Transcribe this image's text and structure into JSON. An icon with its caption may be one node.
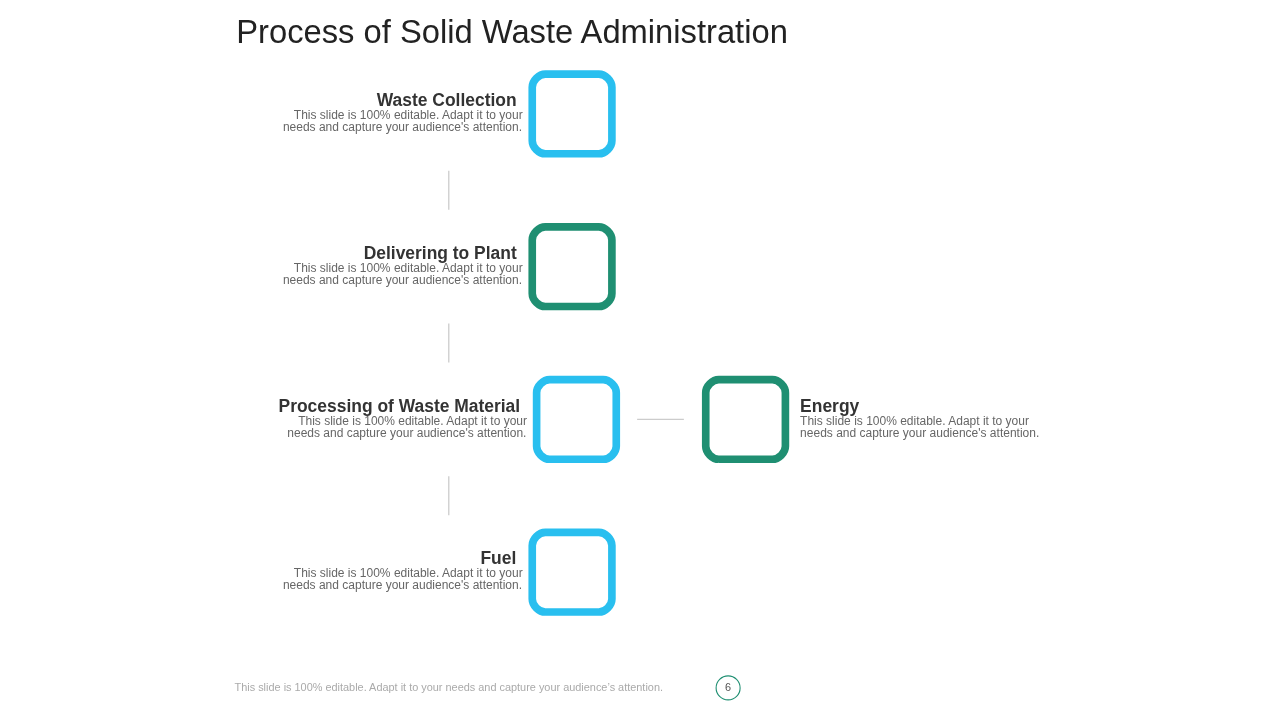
{
  "diagram": {
    "title": "Process of Solid Waste Administration",
    "nodes": [
      {
        "text": [
          "Waste Collection",
          "This slide is 100% editable. Adapt it to your needs and capture your audience's attention."
        ]
      },
      {
        "text": [
          "Delivering to Plant",
          "This slide is 100% editable. Adapt it to your needs and capture your audience's attention."
        ]
      },
      {
        "text": [
          "Processing of Waste Material",
          "This slide is 100% editable. Adapt it to your needs and capture your audience's attention."
        ]
      },
      {
        "text": [
          "Energy",
          "This slide is 100% editable. Adapt it to your needs and capture your audience's attention."
        ]
      },
      {
        "text": [
          "Fuel",
          "This slide is 100% editable. Adapt it to your needs and capture your audience's attention."
        ]
      }
    ],
    "edges": [
      {
        "from": 0,
        "to": 1,
        "arrow": "none"
      },
      {
        "from": 1,
        "to": 2,
        "arrow": "none"
      },
      {
        "from": 2,
        "to": 3,
        "arrow": "none"
      },
      {
        "from": 2,
        "to": 4,
        "arrow": "none"
      }
    ],
    "labels": [
      "This slide is 100% editable. Adapt it to your needs and capture your audience’s attention.",
      "6"
    ]
  }
}
